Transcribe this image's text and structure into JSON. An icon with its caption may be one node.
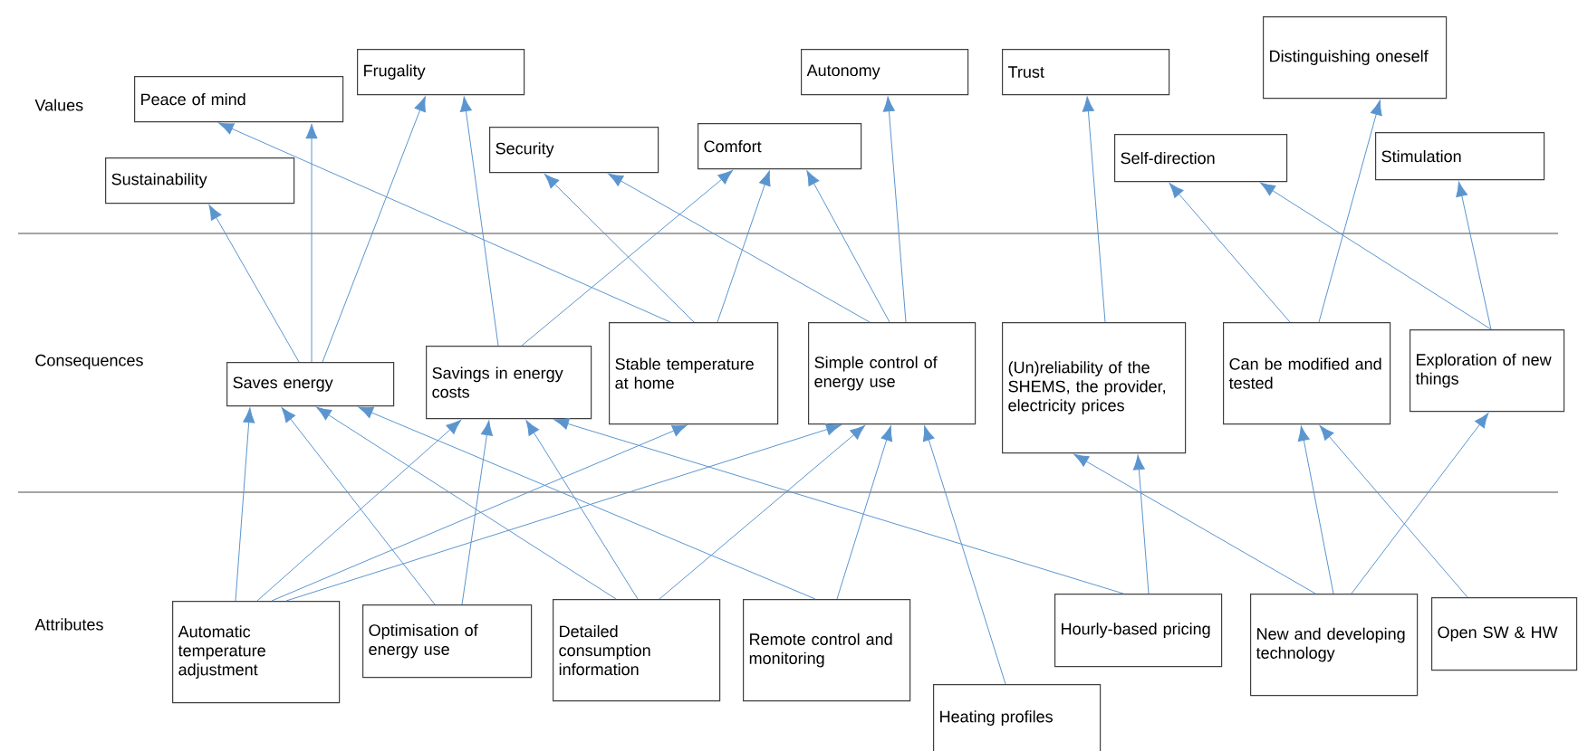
{
  "diagram": {
    "nodes": [
      {
        "text": [
          "Peace of mind"
        ]
      },
      {
        "text": [
          "Frugality"
        ]
      },
      {
        "text": [
          "Autonomy"
        ]
      },
      {
        "text": [
          "Trust"
        ]
      },
      {
        "text": [
          "Distinguishing oneself"
        ]
      },
      {
        "text": [
          "Sustainability"
        ]
      },
      {
        "text": [
          "Security"
        ]
      },
      {
        "text": [
          "Comfort"
        ]
      },
      {
        "text": [
          "Self-direction"
        ]
      },
      {
        "text": [
          "Stimulation"
        ]
      },
      {
        "text": [
          "Saves energy"
        ]
      },
      {
        "text": [
          "Savings in energy costs"
        ]
      },
      {
        "text": [
          "Stable temperature at home"
        ]
      },
      {
        "text": [
          "Simple control of energy use"
        ]
      },
      {
        "text": [
          "(Un)reliability of the SHEMS, the provider, electricity prices"
        ]
      },
      {
        "text": [
          "Can be modified and tested"
        ]
      },
      {
        "text": [
          "Exploration of new things"
        ]
      },
      {
        "text": [
          "Automatic temperature adjustment"
        ]
      },
      {
        "text": [
          "Optimisation of energy use"
        ]
      },
      {
        "text": [
          "Detailed consumption information"
        ]
      },
      {
        "text": [
          "Remote control and monitoring"
        ]
      },
      {
        "text": [
          "Heating profiles"
        ]
      },
      {
        "text": [
          "Hourly-based pricing"
        ]
      },
      {
        "text": [
          "New and developing technology"
        ]
      },
      {
        "text": [
          "Open SW & HW"
        ]
      }
    ],
    "edges": [
      {
        "from": 10,
        "to": 5,
        "arrow": "to"
      },
      {
        "from": 10,
        "to": 0,
        "arrow": "to"
      },
      {
        "from": 10,
        "to": 1,
        "arrow": "to"
      },
      {
        "from": 11,
        "to": 1,
        "arrow": "to"
      },
      {
        "from": 11,
        "to": 7,
        "arrow": "to"
      },
      {
        "from": 12,
        "to": 0,
        "arrow": "to"
      },
      {
        "from": 12,
        "to": 6,
        "arrow": "to"
      },
      {
        "from": 12,
        "to": 7,
        "arrow": "to"
      },
      {
        "from": 13,
        "to": 6,
        "arrow": "to"
      },
      {
        "from": 13,
        "to": 7,
        "arrow": "to"
      },
      {
        "from": 13,
        "to": 2,
        "arrow": "to"
      },
      {
        "from": 14,
        "to": 3,
        "arrow": "to"
      },
      {
        "from": 15,
        "to": 8,
        "arrow": "to"
      },
      {
        "from": 15,
        "to": 4,
        "arrow": "to"
      },
      {
        "from": 16,
        "to": 8,
        "arrow": "to"
      },
      {
        "from": 16,
        "to": 9,
        "arrow": "to"
      },
      {
        "from": 17,
        "to": 10,
        "arrow": "to"
      },
      {
        "from": 17,
        "to": 11,
        "arrow": "to"
      },
      {
        "from": 17,
        "to": 12,
        "arrow": "to"
      },
      {
        "from": 17,
        "to": 13,
        "arrow": "to"
      },
      {
        "from": 18,
        "to": 10,
        "arrow": "to"
      },
      {
        "from": 18,
        "to": 11,
        "arrow": "to"
      },
      {
        "from": 19,
        "to": 10,
        "arrow": "to"
      },
      {
        "from": 19,
        "to": 11,
        "arrow": "to"
      },
      {
        "from": 19,
        "to": 13,
        "arrow": "to"
      },
      {
        "from": 20,
        "to": 10,
        "arrow": "to"
      },
      {
        "from": 20,
        "to": 13,
        "arrow": "to"
      },
      {
        "from": 21,
        "to": 13,
        "arrow": "to"
      },
      {
        "from": 22,
        "to": 11,
        "arrow": "to"
      },
      {
        "from": 22,
        "to": 14,
        "arrow": "to"
      },
      {
        "from": 23,
        "to": 14,
        "arrow": "to"
      },
      {
        "from": 23,
        "to": 15,
        "arrow": "to"
      },
      {
        "from": 23,
        "to": 16,
        "arrow": "to"
      },
      {
        "from": 24,
        "to": 15,
        "arrow": "to"
      }
    ],
    "labels": [
      "Values",
      "Consequences",
      "Attributes"
    ]
  }
}
